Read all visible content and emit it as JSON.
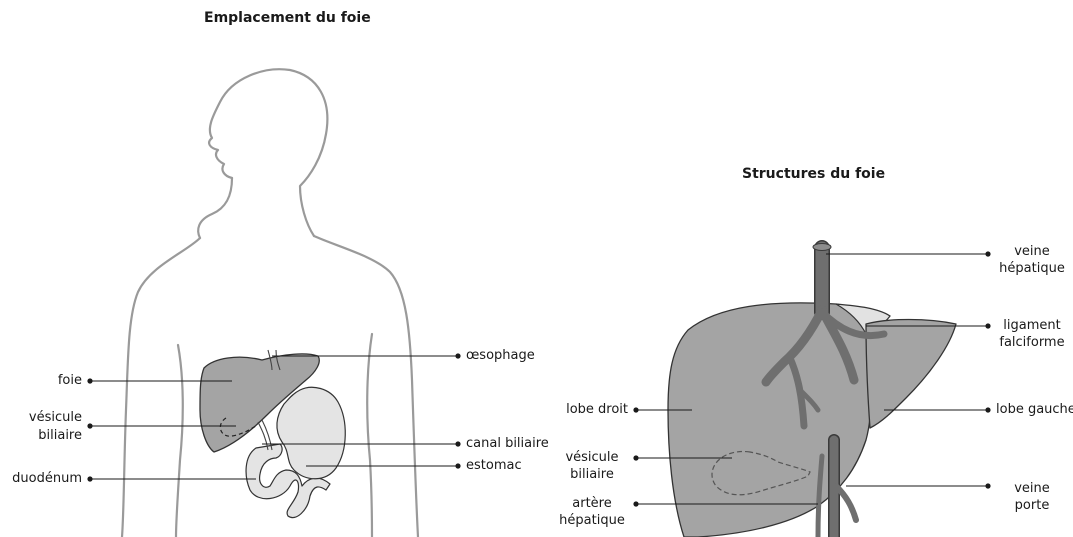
{
  "left_panel": {
    "title": "Emplacement du foie",
    "labels": {
      "foie": "foie",
      "vesicule_l1": "vésicule",
      "vesicule_l2": "biliaire",
      "duodenum": "duodénum",
      "oesophage": "œsophage",
      "canal_biliaire": "canal biliaire",
      "estomac": "estomac"
    }
  },
  "right_panel": {
    "title": "Structures du foie",
    "labels": {
      "veine_hep_l1": "veine",
      "veine_hep_l2": "hépatique",
      "ligament_l1": "ligament",
      "ligament_l2": "falciforme",
      "lobe_droit": "lobe droit",
      "lobe_gauche": "lobe gauche",
      "vesicule_l1": "vésicule",
      "vesicule_l2": "biliaire",
      "artere_l1": "artère",
      "artere_l2": "hépatique",
      "veine_porte_l1": "veine",
      "veine_porte_l2": "porte"
    }
  },
  "colors": {
    "body_outline": "#9a9a9a",
    "liver_fill": "#a4a4a4",
    "organ_fill": "#e4e4e4",
    "vessel": "#6f6f6f",
    "leader_line": "#1a1a1a"
  }
}
